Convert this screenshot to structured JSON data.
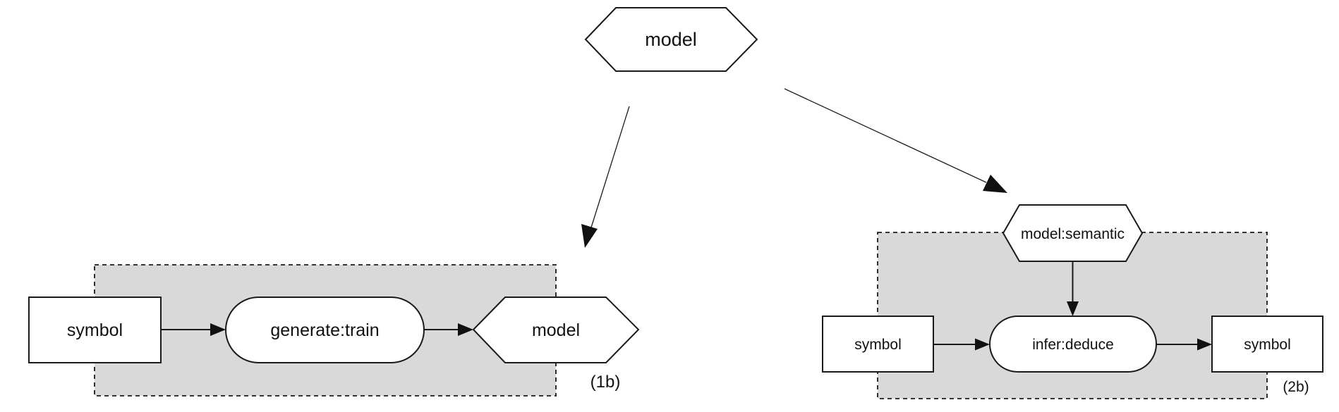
{
  "top_model": {
    "label": "model"
  },
  "group_1b": {
    "tag": "(1b)",
    "input": "symbol",
    "process": "generate:train",
    "output": "model"
  },
  "group_2b": {
    "tag": "(2b)",
    "model": "model:semantic",
    "input": "symbol",
    "process": "infer:deduce",
    "output": "symbol"
  },
  "colors": {
    "group_fill": "#d9d9d9",
    "stroke": "#1a1a1a",
    "node_fill": "#ffffff"
  }
}
